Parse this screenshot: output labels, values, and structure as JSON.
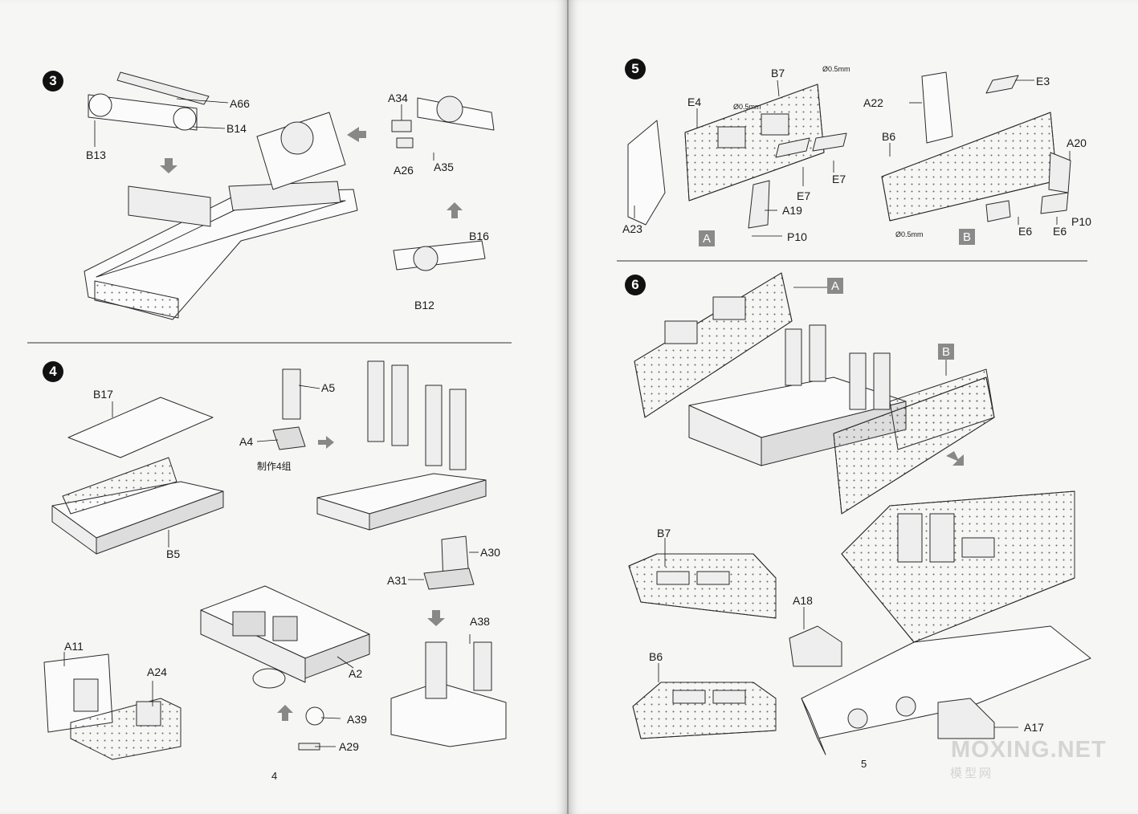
{
  "pages": {
    "left": {
      "page_number": "4",
      "steps": [
        {
          "number": "3",
          "parts": [
            "A66",
            "B14",
            "B13",
            "A34",
            "A26",
            "A35",
            "B16",
            "B12"
          ]
        },
        {
          "number": "4",
          "parts": [
            "B17",
            "B5",
            "A5",
            "A4",
            "A30",
            "A31",
            "A38",
            "A11",
            "A24",
            "A2",
            "A39",
            "A29"
          ],
          "note": "制作4组"
        }
      ]
    },
    "right": {
      "page_number": "5",
      "steps": [
        {
          "number": "5",
          "parts": [
            "E4",
            "B7",
            "E7",
            "A19",
            "A23",
            "P10",
            "A22",
            "E3",
            "B6",
            "A20",
            "E6"
          ],
          "drill_size": "Ø0.5mm",
          "sub_assemblies": [
            "A",
            "B"
          ]
        },
        {
          "number": "6",
          "parts": [
            "B7",
            "B6",
            "A18",
            "A17"
          ],
          "sub_assemblies": [
            "A",
            "B"
          ]
        }
      ]
    }
  },
  "watermark": {
    "text": "MOXING.NET",
    "subtext": "模型网"
  }
}
